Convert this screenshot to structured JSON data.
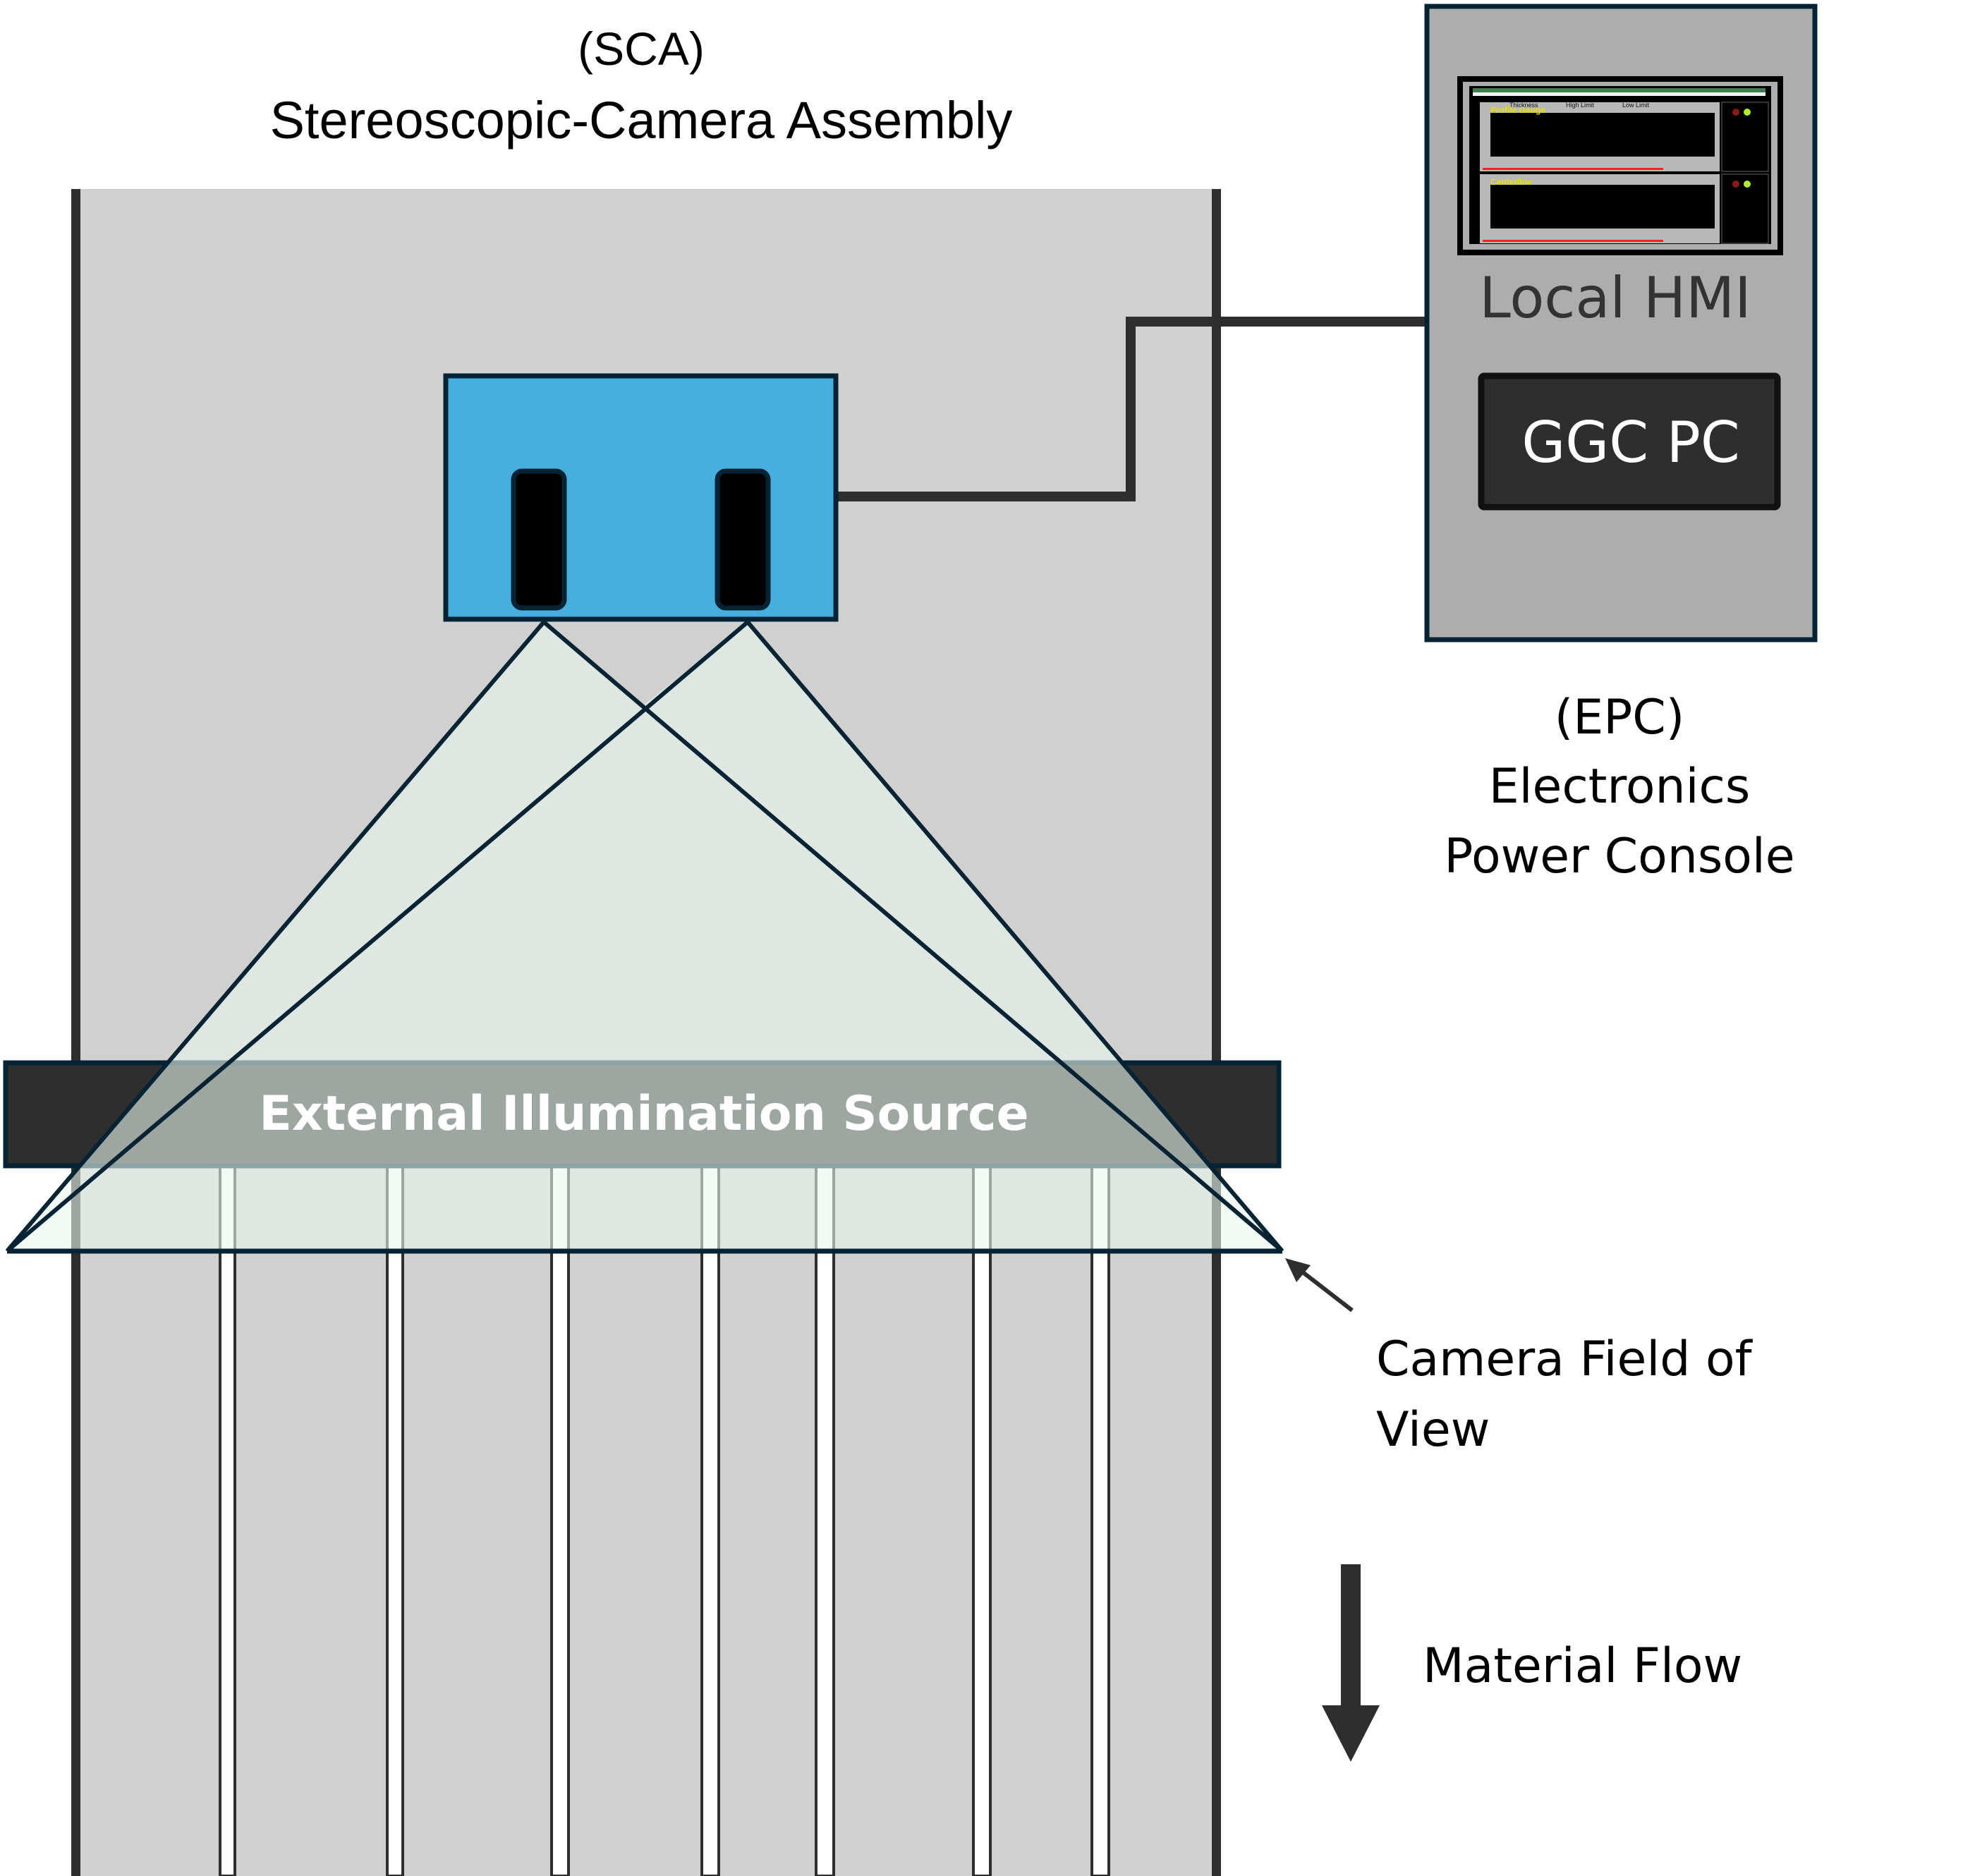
{
  "sca": {
    "abbr": "(SCA)",
    "name": "Stereoscopic-Camera Assembly",
    "body_color": "#47aee0",
    "lens_count": 2
  },
  "epc": {
    "abbr": "(EPC)",
    "name_line1": "Electronics",
    "name_line2": "Power Console",
    "local_hmi_label": "Local HMI",
    "pc_label": "GGC PC",
    "hmi_screen": {
      "panel1_title": "Profile Gauge",
      "panel2_title": "Centerline",
      "legend": [
        "Thickness",
        "High Limit",
        "Low Limit"
      ]
    }
  },
  "illumination": {
    "label": "External Illumination Source"
  },
  "fov": {
    "label_line1": "Camera Field of",
    "label_line2": "View"
  },
  "flow": {
    "label": "Material Flow",
    "direction": "down"
  },
  "conveyor": {
    "lane_count": 8
  },
  "colors": {
    "conveyor": "#d0d0d0",
    "epc_body": "#adadad",
    "dark": "#2e2e2e",
    "outline": "#062333",
    "fov_fill": "#e8f7ee"
  }
}
